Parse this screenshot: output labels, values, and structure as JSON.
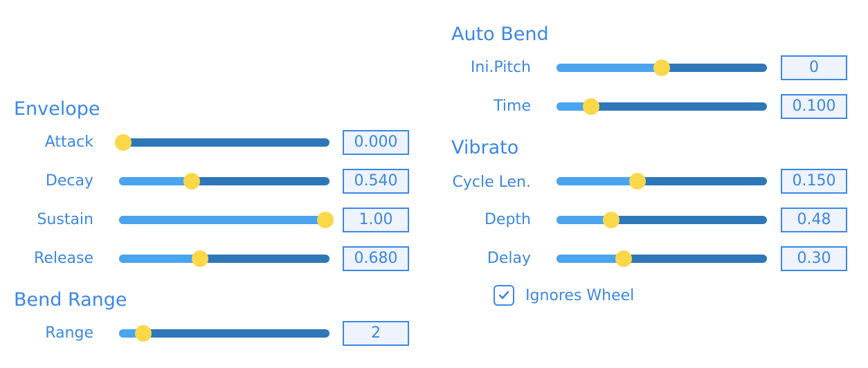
{
  "envelope": {
    "title": "Envelope",
    "attack": {
      "label": "Attack",
      "value": "0.000",
      "level": 0.0
    },
    "decay": {
      "label": "Decay",
      "value": "0.540",
      "level": 0.34
    },
    "sustain": {
      "label": "Sustain",
      "value": "1.00",
      "level": 1.0
    },
    "release": {
      "label": "Release",
      "value": "0.680",
      "level": 0.38
    }
  },
  "bend_range": {
    "title": "Bend Range",
    "range": {
      "label": "Range",
      "value": "2",
      "level": 0.1
    }
  },
  "auto_bend": {
    "title": "Auto Bend",
    "ini_pitch": {
      "label": "Ini.Pitch",
      "value": "0",
      "level": 0.5
    },
    "time": {
      "label": "Time",
      "value": "0.100",
      "level": 0.15
    }
  },
  "vibrato": {
    "title": "Vibrato",
    "cycle_len": {
      "label": "Cycle Len.",
      "value": "0.150",
      "level": 0.38
    },
    "depth": {
      "label": "Depth",
      "value": "0.48",
      "level": 0.25
    },
    "delay": {
      "label": "Delay",
      "value": "0.30",
      "level": 0.31
    },
    "ignores_wheel": {
      "label": "Ignores Wheel",
      "checked": true
    }
  },
  "colors": {
    "accent": "#3a87e8",
    "track_fill": "#4aa4ee",
    "track": "#2e77b8",
    "knob": "#fbd84a",
    "box_bg": "#eef3fd"
  }
}
